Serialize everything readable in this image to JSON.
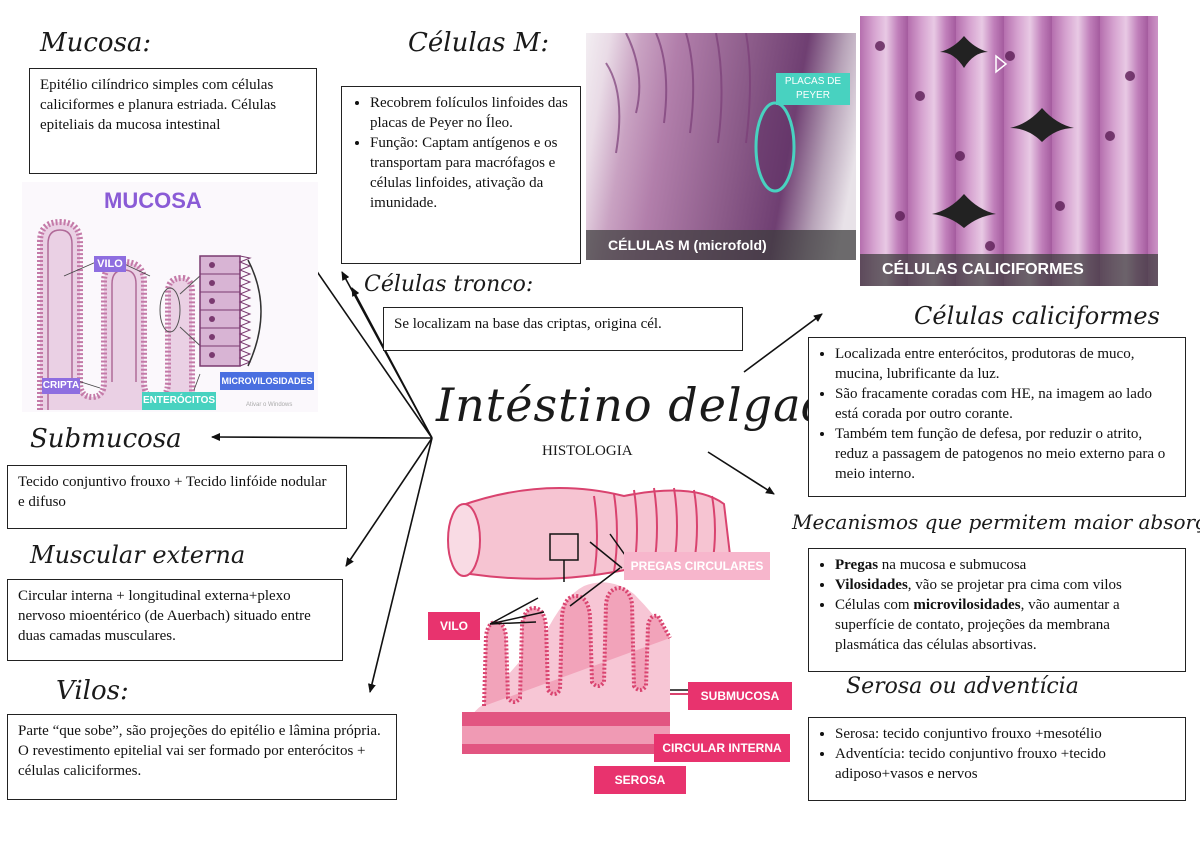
{
  "central": {
    "title": "Intéstino  delgado",
    "subtitle": "HISTOLOGIA"
  },
  "mucosa": {
    "heading": "Mucosa:",
    "text": "Epitélio cilíndrico simples com células caliciformes e planura estriada. Células epiteliais da mucosa intestinal",
    "figure": {
      "title": "MUCOSA",
      "labels": {
        "vilo": "VILO",
        "cripta": "CRIPTA",
        "enterocitos": "ENTERÓCITOS",
        "microvilosidades": "MICROVILOSIDADES",
        "watermark": "Ativar o Windows"
      }
    }
  },
  "celulas_m": {
    "heading": "Células M:",
    "items": [
      "Recobrem folículos linfoides das placas de Peyer no Íleo.",
      "Função: Captam antígenos e os transportam para macrófagos e células linfoides, ativação da imunidade."
    ]
  },
  "micrographs": {
    "left_label": "CÉLULAS M (microfold)",
    "left_tag": "PLACAS DE PEYER",
    "right_label": "CÉLULAS CALICIFORMES"
  },
  "celulas_tronco": {
    "heading": "Células tronco:",
    "text": "Se localizam na base das criptas, origina cél."
  },
  "celulas_caliciformes": {
    "heading": "Células caliciformes",
    "items": [
      "Localizada entre enterócitos, produtoras de muco, mucina, lubrificante da luz.",
      "São fracamente coradas com HE, na imagem ao lado está corada por outro corante.",
      "Também tem função de defesa, por reduzir o atrito, reduz a passagem de patogenos no meio externo para o meio interno."
    ]
  },
  "submucosa": {
    "heading": "Submucosa",
    "text": "Tecido conjuntivo frouxo + Tecido linfóide nodular e difuso"
  },
  "muscular_externa": {
    "heading": "Muscular externa",
    "text": "Circular interna + longitudinal externa+plexo nervoso mioentérico (de Auerbach) situado entre duas camadas musculares."
  },
  "vilos": {
    "heading": "Vilos:",
    "text": "Parte “que sobe”, são projeções do epitélio e lâmina própria. O revestimento epitelial vai ser formado por enterócitos + células caliciformes."
  },
  "mecanismos": {
    "heading": "Mecanismos que permitem maior absorção:",
    "items": [
      {
        "bold": "Pregas",
        "rest": " na mucosa e submucosa"
      },
      {
        "bold": "Vilosidades",
        "rest": ", vão se projetar pra cima com vilos"
      },
      {
        "pre": "Células com ",
        "bold": "microvilosidades",
        "rest": ", vão aumentar a superfície de contato, projeções da membrana plasmática das células absortivas."
      }
    ]
  },
  "serosa": {
    "heading": "Serosa ou adventícia",
    "items": [
      "Serosa: tecido conjuntivo frouxo +mesotélio",
      "Adventícia: tecido conjuntivo frouxo +tecido adiposo+vasos e nervos"
    ]
  },
  "intestine_figure": {
    "labels": {
      "pregas": "PREGAS CIRCULARES",
      "vilo": "VILO",
      "submucosa": "SUBMUCOSA",
      "circular": "CIRCULAR INTERNA",
      "serosa": "SEROSA"
    }
  },
  "colors": {
    "purple_title": "#8a5bd6",
    "purple_tag": "#8e6ee0",
    "teal_tag": "#48d2c0",
    "blue_tag": "#4a6fe0",
    "pink_tag": "#e8336e",
    "pink_light": "#f7b6cc"
  }
}
